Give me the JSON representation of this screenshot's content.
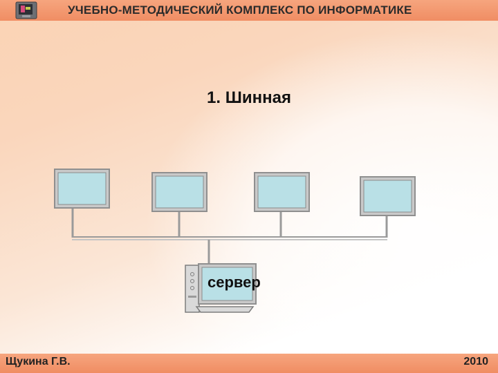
{
  "header": {
    "title": "УЧЕБНО-МЕТОДИЧЕСКИЙ КОМПЛЕКС ПО ИНФОРМАТИКЕ",
    "logo_icon": "computer-monitor-icon"
  },
  "slide": {
    "title": "1. Шинная"
  },
  "diagram": {
    "topology": "bus",
    "workstation_count": 4,
    "server_label": "сервер",
    "screen_color": "#b9e0e6",
    "frame_color": "#a7a7a7",
    "line_color": "#9a9a9a"
  },
  "footer": {
    "author": "Щукина Г.В.",
    "year": "2010"
  },
  "colors": {
    "bar": "#f08d63"
  }
}
